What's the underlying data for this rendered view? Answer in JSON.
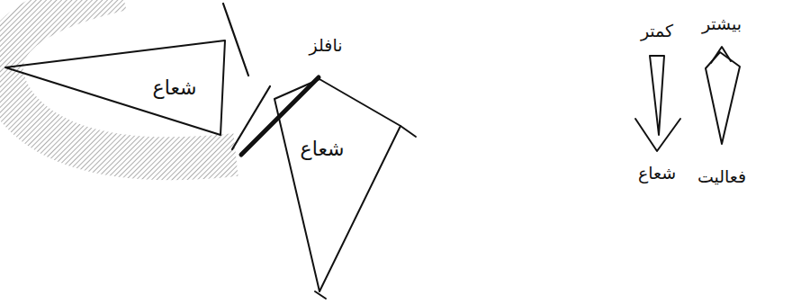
{
  "diagram": {
    "nodes": [
      {
        "text": [
          "شعاع"
        ]
      },
      {
        "text": [
          "شعاع"
        ]
      }
    ],
    "labels": [
      "نافلز",
      "کمتر",
      "بیشتر",
      "شعاع",
      "فعالیت"
    ]
  }
}
